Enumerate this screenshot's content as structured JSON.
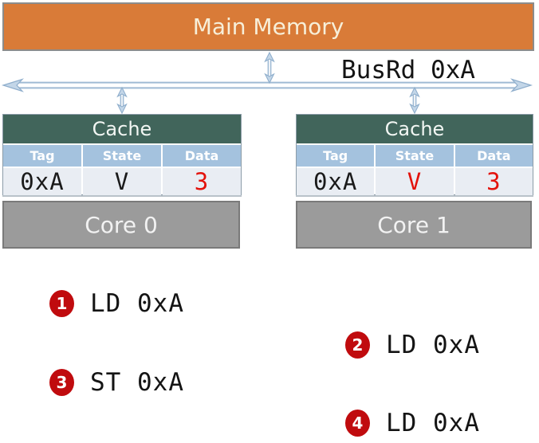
{
  "memory": {
    "label": "Main Memory"
  },
  "bus": {
    "label": "BusRd 0xA"
  },
  "caches": [
    {
      "title": "Cache",
      "columns": [
        "Tag",
        "State",
        "Data"
      ],
      "row": {
        "tag": "0xA",
        "tag_color": "#1a1a1a",
        "state": "V",
        "state_color": "#1a1a1a",
        "data": "3",
        "data_color": "#e3120b"
      },
      "core": {
        "label": "Core 0"
      }
    },
    {
      "title": "Cache",
      "columns": [
        "Tag",
        "State",
        "Data"
      ],
      "row": {
        "tag": "0xA",
        "tag_color": "#1a1a1a",
        "state": "V",
        "state_color": "#e3120b",
        "data": "3",
        "data_color": "#e3120b"
      },
      "core": {
        "label": "Core 1"
      }
    }
  ],
  "operations": [
    {
      "num": "1",
      "label": "LD 0xA"
    },
    {
      "num": "2",
      "label": "LD 0xA"
    },
    {
      "num": "3",
      "label": "ST 0xA"
    },
    {
      "num": "4",
      "label": "LD 0xA"
    }
  ],
  "colors": {
    "memory_fill": "#d97b38",
    "cache_header_fill": "#41655b",
    "column_header_fill": "#a4c2de",
    "row_fill": "#e9edf3",
    "core_fill": "#9b9b9b",
    "badge_red": "#c00b0e",
    "value_red": "#e3120b",
    "arrow_blue": "#8fAecc"
  }
}
